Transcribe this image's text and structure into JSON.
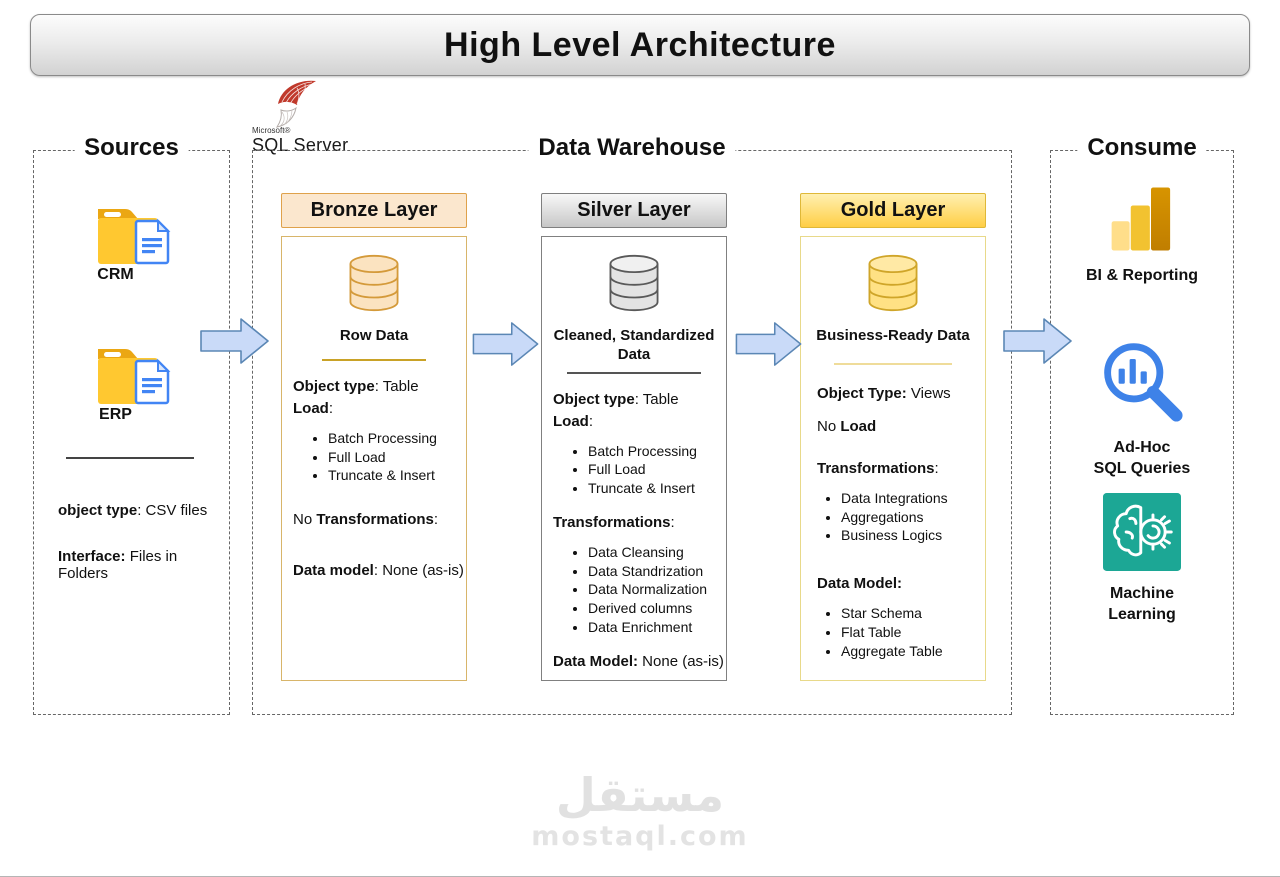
{
  "title": "High Level Architecture",
  "sql_server": {
    "microsoft": "Microsoft®",
    "name": "SQL Server"
  },
  "sources": {
    "title": "Sources",
    "items": [
      {
        "label": "CRM"
      },
      {
        "label": "ERP"
      }
    ],
    "object_type": {
      "pre": "",
      "bold": "object type",
      "post": ": CSV files"
    },
    "interface": {
      "pre": "",
      "bold": "Interface:",
      "post": " Files in Folders"
    }
  },
  "warehouse": {
    "title": "Data Warehouse"
  },
  "consume": {
    "title": "Consume",
    "items": [
      {
        "icon": "powerbi-bars-icon",
        "label": "BI & Reporting"
      },
      {
        "icon": "magnifier-chart-icon",
        "label": "Ad-Hoc\nSQL Queries"
      },
      {
        "icon": "brain-gear-icon",
        "label": "Machine\nLearning"
      }
    ]
  },
  "layers": [
    {
      "name": "bronze",
      "header": "Bronze Layer",
      "db_label": "Row Data",
      "object": {
        "pre": "",
        "bold": "Object type",
        "post": ": Table"
      },
      "load": {
        "pre": "",
        "bold": "Load",
        "post": ":"
      },
      "load_items": [
        "Batch Processing",
        "Full Load",
        "Truncate & Insert"
      ],
      "transformations": {
        "pre": "No ",
        "bold": "Transformations",
        "post": ":"
      },
      "transformation_items": [],
      "model": {
        "pre": "",
        "bold": "Data model",
        "post": ": None (as-is)"
      },
      "model_items": []
    },
    {
      "name": "silver",
      "header": "Silver Layer",
      "db_label": "Cleaned, Standardized Data",
      "object": {
        "pre": "",
        "bold": "Object type",
        "post": ": Table"
      },
      "load": {
        "pre": "",
        "bold": "Load",
        "post": ":"
      },
      "load_items": [
        "Batch Processing",
        "Full Load",
        "Truncate & Insert"
      ],
      "transformations": {
        "pre": "",
        "bold": "Transformations",
        "post": ":"
      },
      "transformation_items": [
        "Data Cleansing",
        "Data Standrization",
        "Data Normalization",
        "Derived columns",
        "Data Enrichment"
      ],
      "model": {
        "pre": "",
        "bold": "Data Model:",
        "post": " None (as-is)"
      },
      "model_items": []
    },
    {
      "name": "gold",
      "header": "Gold Layer",
      "db_label": "Business-Ready Data",
      "object": {
        "pre": "",
        "bold": "Object Type:",
        "post": " Views"
      },
      "load": {
        "pre": "No ",
        "bold": "Load",
        "post": ""
      },
      "load_items": [],
      "transformations": {
        "pre": "",
        "bold": "Transformations",
        "post": ":"
      },
      "transformation_items": [
        "Data Integrations",
        "Aggregations",
        "Business Logics"
      ],
      "model": {
        "pre": "",
        "bold": "Data Model:",
        "post": ""
      },
      "model_items": [
        "Star Schema",
        "Flat Table",
        "Aggregate Table"
      ]
    }
  ],
  "watermark": {
    "arabic": "مستقل",
    "domain": "mostaql.com"
  },
  "colors": {
    "bronze_fill": "#fbe7ce",
    "bronze_border": "#dfa24b",
    "silver_fill": "#dcdcdc",
    "silver_border": "#7f7f7f",
    "gold_fill": "#ffd84d",
    "gold_border": "#dfb838",
    "arrow_fill": "#c9daf8",
    "arrow_stroke": "#5b87b5",
    "folder_yellow": "#ffc830",
    "doc_blue": "#4285f4",
    "ml_teal": "#1ca795",
    "query_blue": "#3e82e8",
    "sql_red": "#c0392b"
  }
}
